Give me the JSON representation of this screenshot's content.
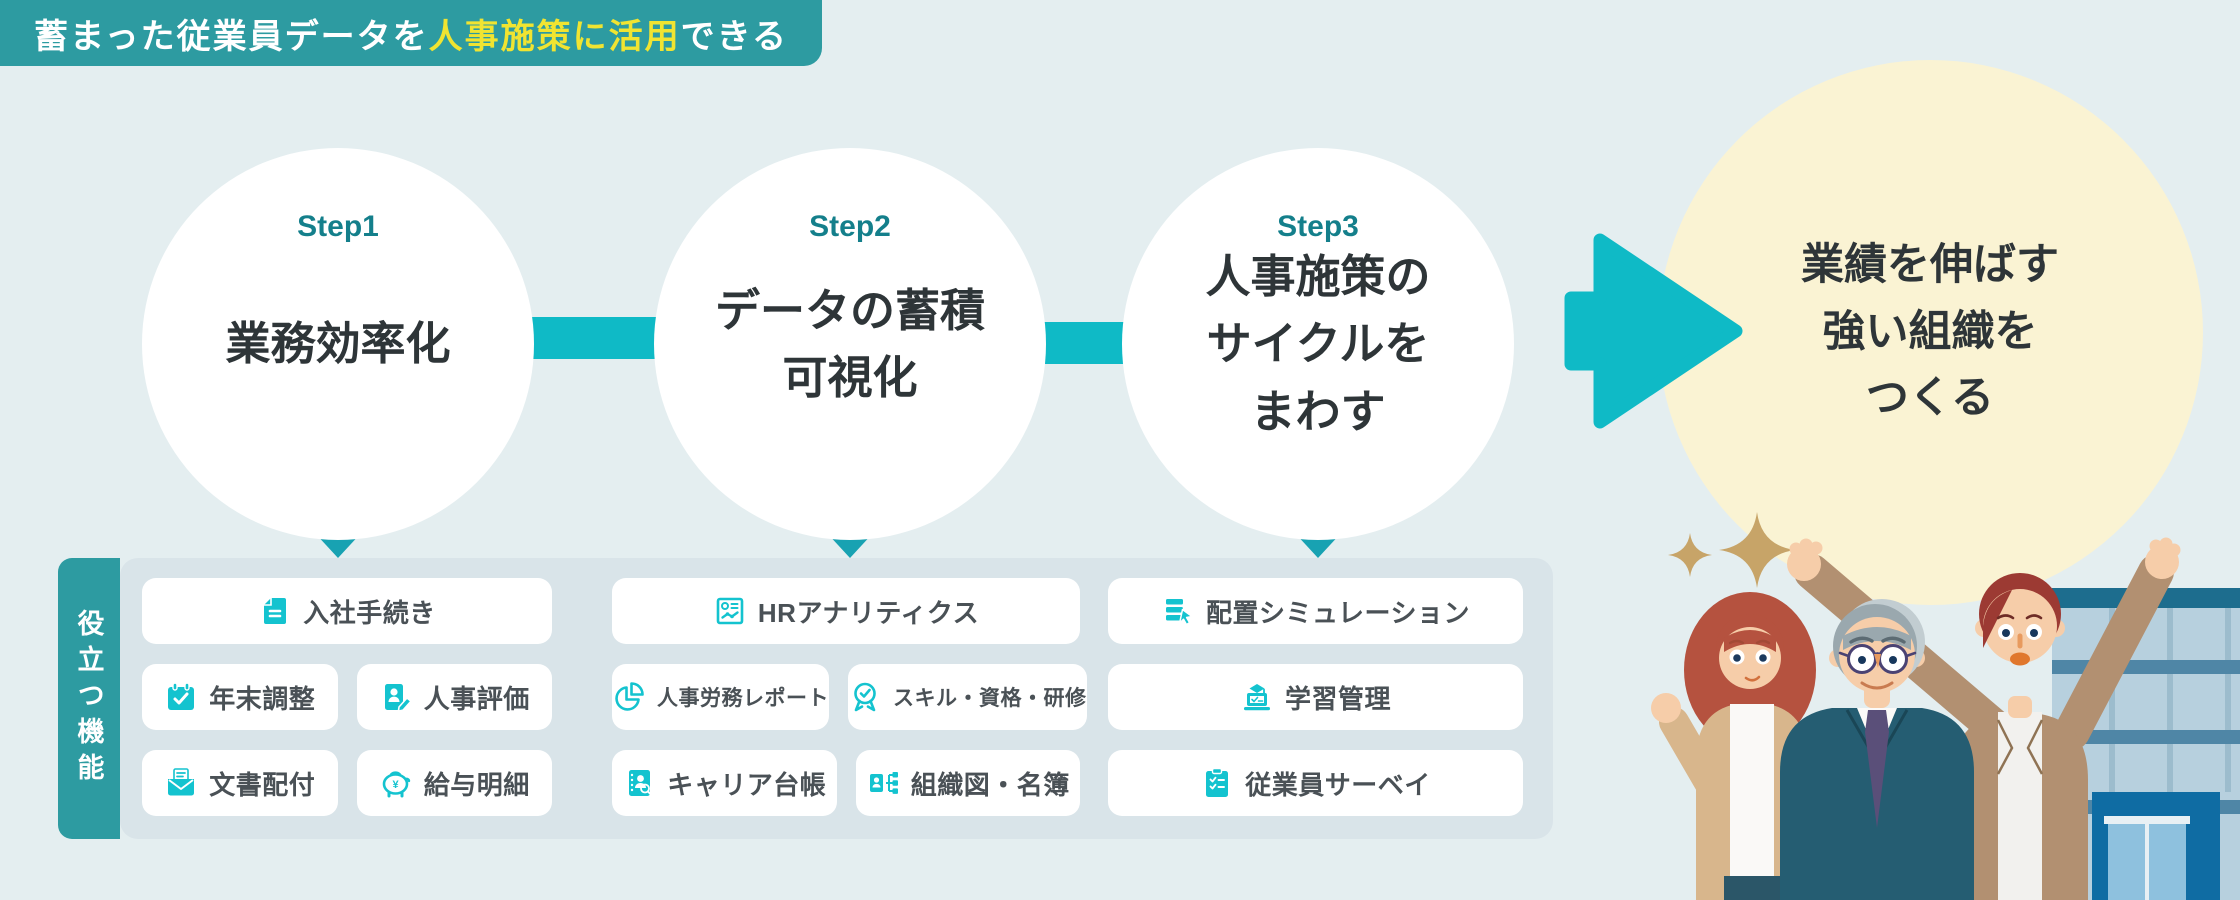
{
  "banner": {
    "prefix": "蓄まった従業員データを",
    "highlight": "人事施策に活用",
    "suffix": "できる"
  },
  "steps": [
    {
      "label": "Step1",
      "title": "業務効率化"
    },
    {
      "label": "Step2",
      "title": "データの蓄積\n可視化"
    },
    {
      "label": "Step3",
      "title": "人事施策の\nサイクルを\nまわす"
    }
  ],
  "goal": {
    "title": "業績を伸ばす\n強い組織を\nつくる"
  },
  "features_section": {
    "tab_label": "役立つ機能",
    "groups": [
      {
        "rows": [
          [
            {
              "icon": "document-icon",
              "label": "入社手続き"
            }
          ],
          [
            {
              "icon": "calendar-check-icon",
              "label": "年末調整"
            },
            {
              "icon": "id-card-edit-icon",
              "label": "人事評価"
            }
          ],
          [
            {
              "icon": "envelope-document-icon",
              "label": "文書配付"
            },
            {
              "icon": "piggy-bank-icon",
              "label": "給与明細"
            }
          ]
        ]
      },
      {
        "rows": [
          [
            {
              "icon": "analytics-monitor-icon",
              "label": "HRアナリティクス"
            }
          ],
          [
            {
              "icon": "pie-chart-icon",
              "label": "人事労務レポート"
            },
            {
              "icon": "medal-check-icon",
              "label": "スキル・資格・研修"
            }
          ],
          [
            {
              "icon": "career-book-icon",
              "label": "キャリア台帳"
            },
            {
              "icon": "org-chart-icon",
              "label": "組織図・名簿"
            }
          ]
        ]
      },
      {
        "rows": [
          [
            {
              "icon": "layers-cursor-icon",
              "label": "配置シミュレーション"
            }
          ],
          [
            {
              "icon": "laptop-graduation-icon",
              "label": "学習管理"
            }
          ],
          [
            {
              "icon": "clipboard-checklist-icon",
              "label": "従業員サーベイ"
            }
          ]
        ]
      }
    ]
  },
  "colors": {
    "background": "#e4eef0",
    "panel": "#d9e4e9",
    "teal_dark": "#2d9ba1",
    "teal_bright": "#0fbac6",
    "icon_teal": "#14c3cf",
    "step_label": "#147f8b",
    "heading_text": "#2e3538",
    "feature_text": "#4a5156",
    "goal_circle": "#faf3d3",
    "banner_highlight": "#f0e431",
    "triangle_light": "#c9e7ec",
    "triangle_mid": "#7fccd5",
    "triangle_dark": "#18a2b2"
  }
}
